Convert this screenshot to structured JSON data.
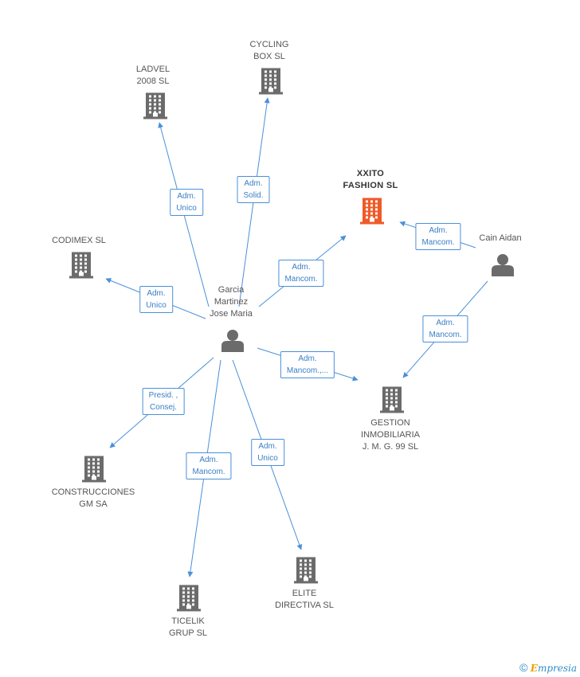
{
  "diagram": {
    "nodes": [
      {
        "id": "garcia",
        "type": "person",
        "lines": [
          "Garcia",
          "Martinez",
          "Jose Maria"
        ],
        "highlight": false
      },
      {
        "id": "cain",
        "type": "person",
        "lines": [
          "Cain Aidan"
        ],
        "highlight": false
      },
      {
        "id": "xxito",
        "type": "company",
        "lines": [
          "XXITO",
          "FASHION SL"
        ],
        "highlight": true
      },
      {
        "id": "ladvel",
        "type": "company",
        "lines": [
          "LADVEL",
          "2008 SL"
        ],
        "highlight": false
      },
      {
        "id": "cycling",
        "type": "company",
        "lines": [
          "CYCLING",
          "BOX SL"
        ],
        "highlight": false
      },
      {
        "id": "codimex",
        "type": "company",
        "lines": [
          "CODIMEX SL"
        ],
        "highlight": false
      },
      {
        "id": "construcciones",
        "type": "company",
        "lines": [
          "CONSTRUCCIONES",
          "GM SA"
        ],
        "highlight": false
      },
      {
        "id": "ticelik",
        "type": "company",
        "lines": [
          "TICELIK",
          "GRUP SL"
        ],
        "highlight": false
      },
      {
        "id": "elite",
        "type": "company",
        "lines": [
          "ELITE",
          "DIRECTIVA SL"
        ],
        "highlight": false
      },
      {
        "id": "gestion",
        "type": "company",
        "lines": [
          "GESTION",
          "INMOBILIARIA",
          "J. M. G. 99 SL"
        ],
        "highlight": false
      }
    ],
    "edges": [
      {
        "from": "garcia",
        "to": "ladvel",
        "lines": [
          "Adm.",
          "Unico"
        ]
      },
      {
        "from": "garcia",
        "to": "cycling",
        "lines": [
          "Adm.",
          "Solid."
        ]
      },
      {
        "from": "garcia",
        "to": "xxito",
        "lines": [
          "Adm.",
          "Mancom."
        ]
      },
      {
        "from": "garcia",
        "to": "codimex",
        "lines": [
          "Adm.",
          "Unico"
        ]
      },
      {
        "from": "garcia",
        "to": "gestion",
        "lines": [
          "Adm.",
          "Mancom.,..."
        ]
      },
      {
        "from": "garcia",
        "to": "construcciones",
        "lines": [
          "Presid. ,",
          "Consej."
        ]
      },
      {
        "from": "garcia",
        "to": "ticelik",
        "lines": [
          "Adm.",
          "Mancom."
        ]
      },
      {
        "from": "garcia",
        "to": "elite",
        "lines": [
          "Adm.",
          "Unico"
        ]
      },
      {
        "from": "cain",
        "to": "xxito",
        "lines": [
          "Adm.",
          "Mancom."
        ]
      },
      {
        "from": "cain",
        "to": "gestion",
        "lines": [
          "Adm.",
          "Mancom."
        ]
      }
    ],
    "colors": {
      "edge": "#4a90d9",
      "icon": "#6b6b6b",
      "highlight_icon": "#f05a28"
    }
  },
  "footer": {
    "copyright_symbol": "©",
    "brand_initial": "E",
    "brand_rest": "mpresia"
  }
}
